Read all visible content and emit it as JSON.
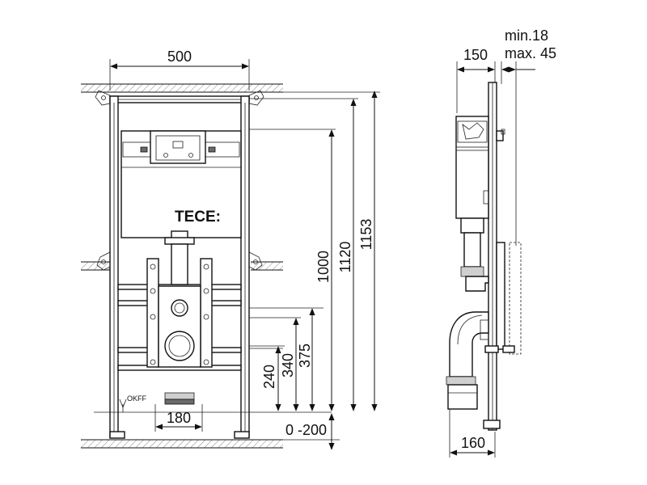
{
  "brand_label": "TECE:",
  "floor_label": "OKFF",
  "dimensions": {
    "frame_width": "500",
    "depth": "150",
    "wall_min": "min.18",
    "wall_max": "max. 45",
    "h_1153": "1153",
    "h_1120": "1120",
    "h_1000": "1000",
    "h_375": "375",
    "h_340": "340",
    "h_240": "240",
    "outlet_width": "180",
    "foot_range": "0 -200",
    "outlet_depth": "160"
  },
  "colors": {
    "line": "#111111",
    "fill_grey": "#cfcfcf",
    "background": "#ffffff"
  }
}
